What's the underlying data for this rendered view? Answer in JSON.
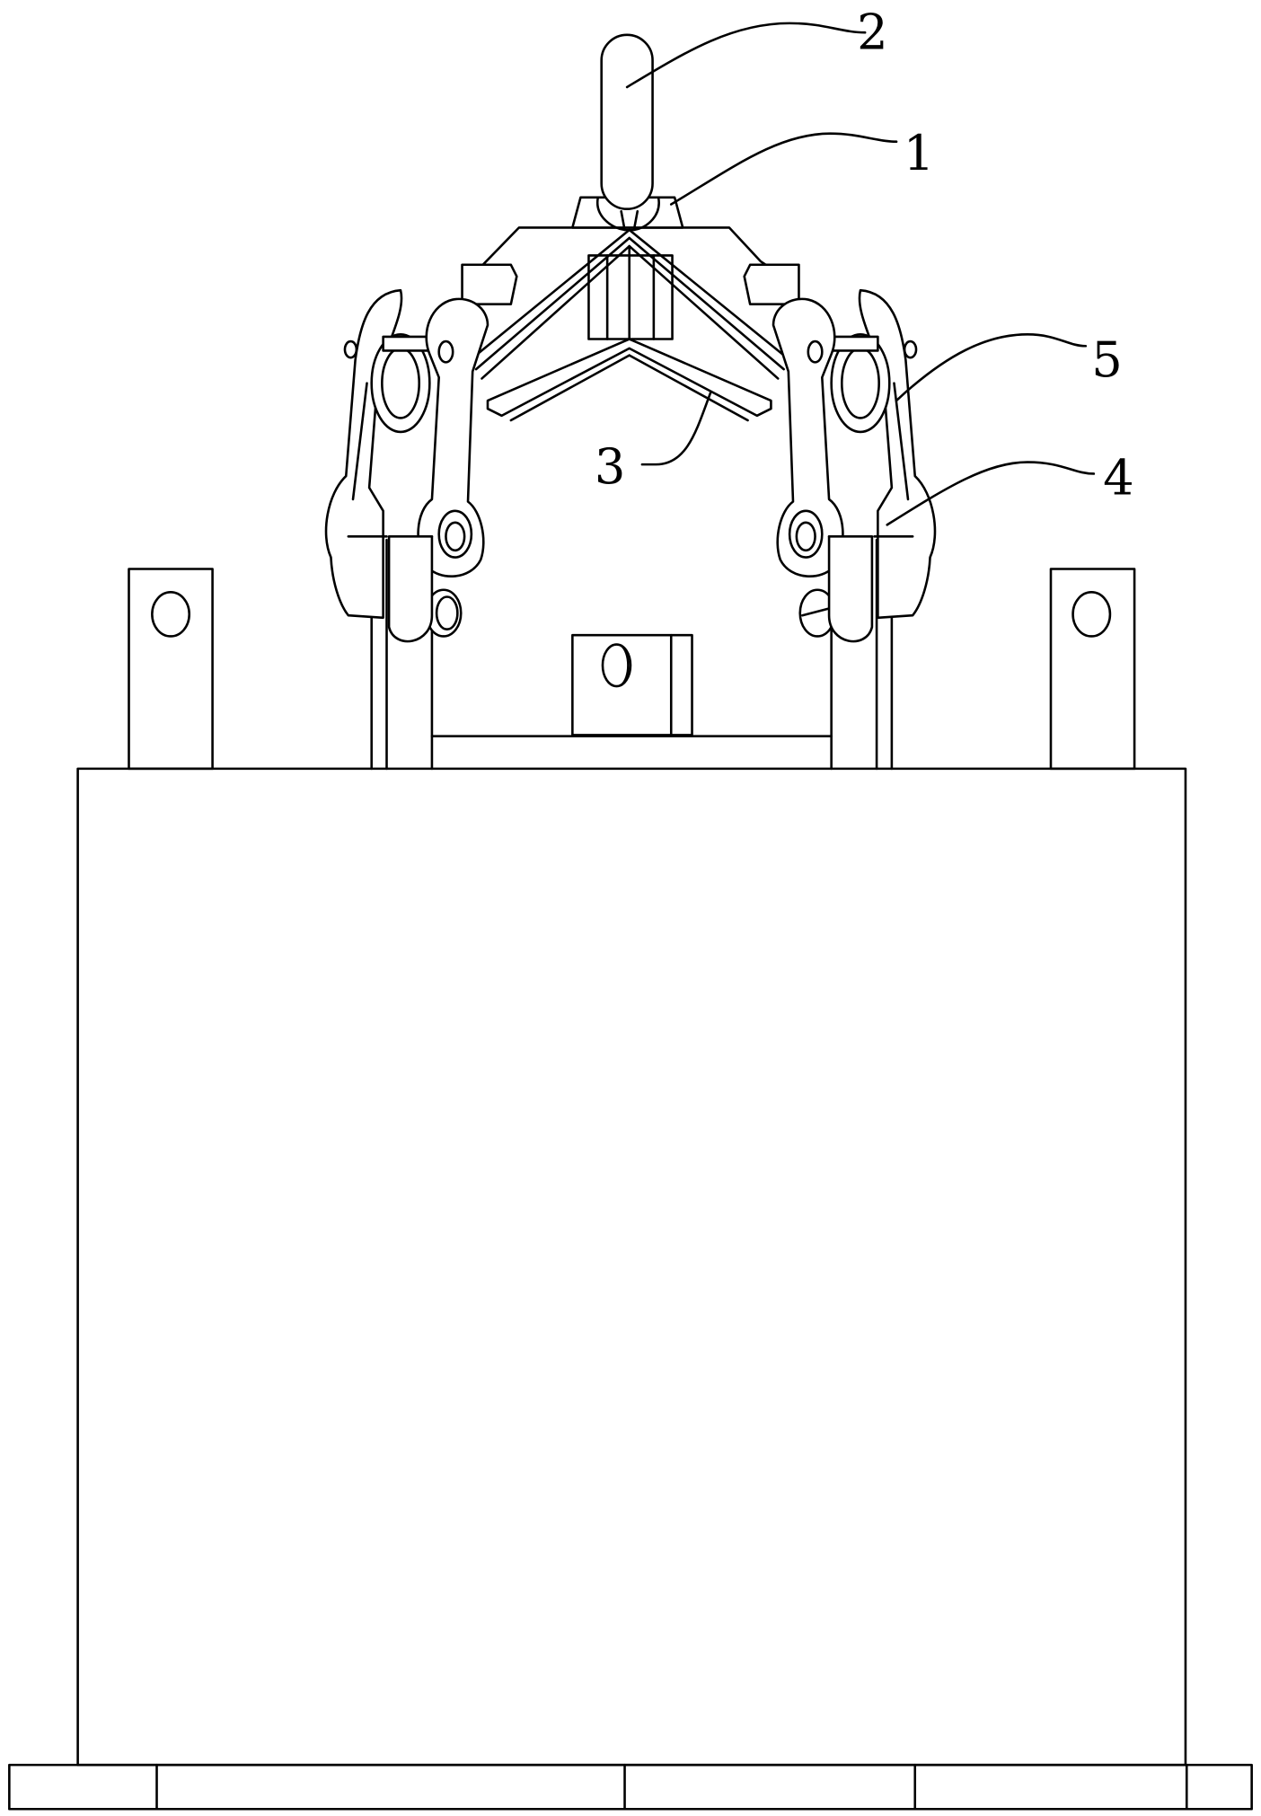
{
  "figure": {
    "reference_labels": {
      "label_1": "1",
      "label_2": "2",
      "label_3": "3",
      "label_4": "4",
      "label_5": "5"
    },
    "line_color": "#000000",
    "background_color": "#ffffff"
  }
}
